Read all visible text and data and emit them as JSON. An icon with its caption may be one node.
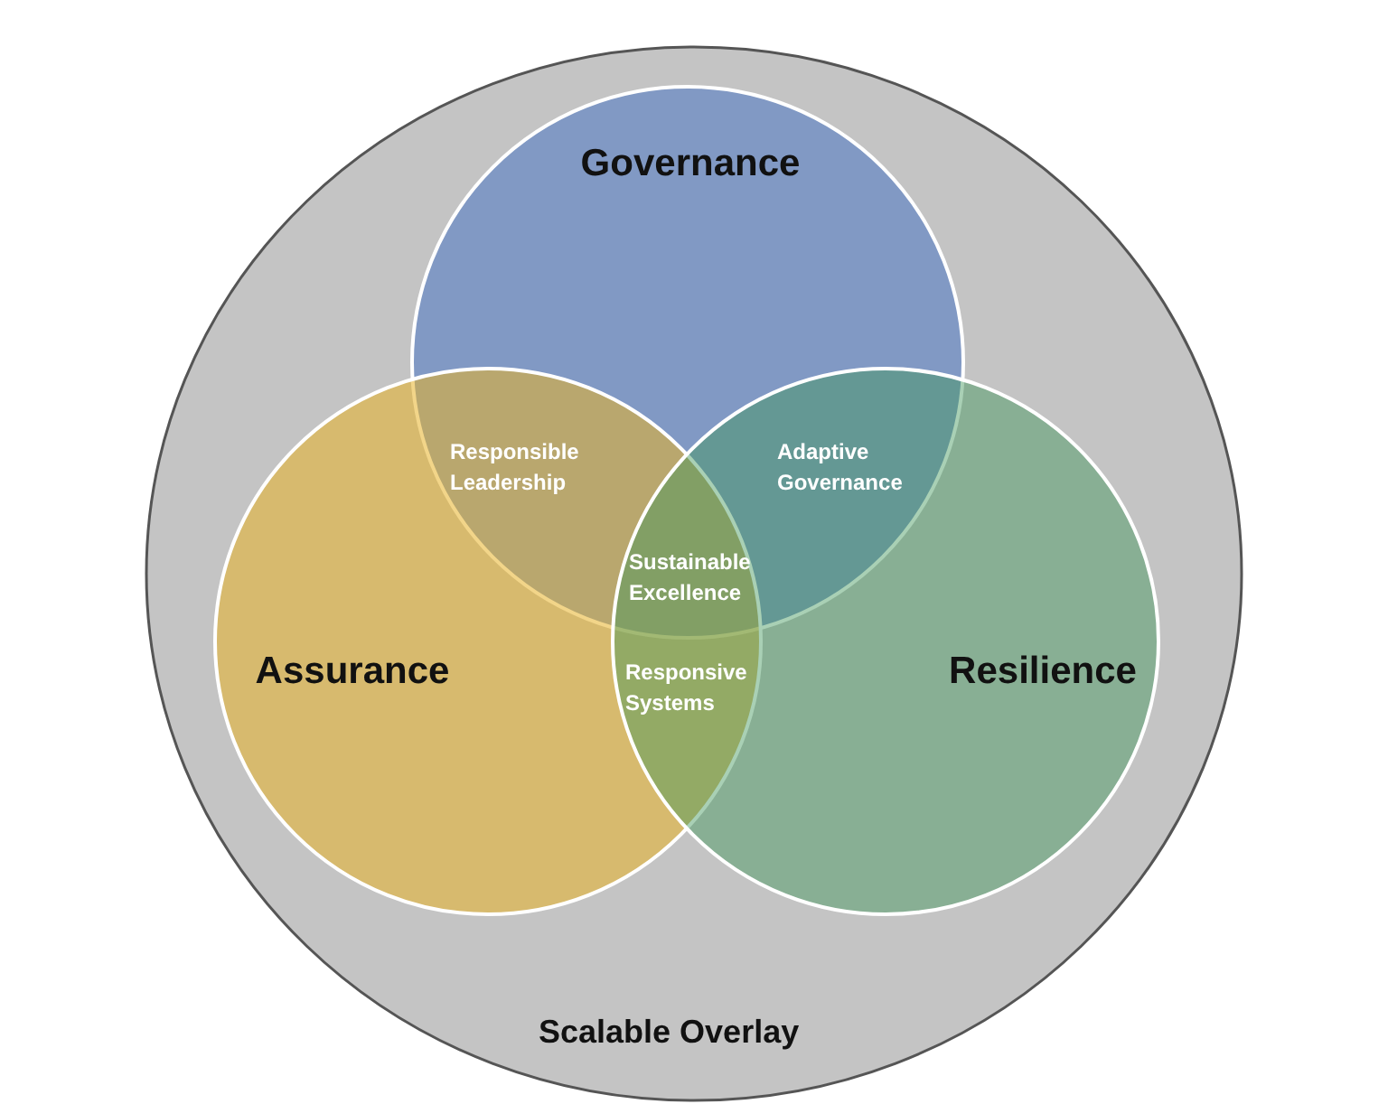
{
  "diagram": {
    "nodes": [
      {
        "text": [
          "Scalable Overlay"
        ]
      },
      {
        "text": [
          "Governance"
        ],
        "in": 0
      },
      {
        "text": [
          "Assurance"
        ],
        "in": 0
      },
      {
        "text": [
          "Resilience"
        ],
        "in": 0
      }
    ],
    "edges": [],
    "labels": [
      "Responsible Leadership",
      "Adaptive Governance",
      "Sustainable Excellence",
      "Responsive Systems"
    ]
  }
}
